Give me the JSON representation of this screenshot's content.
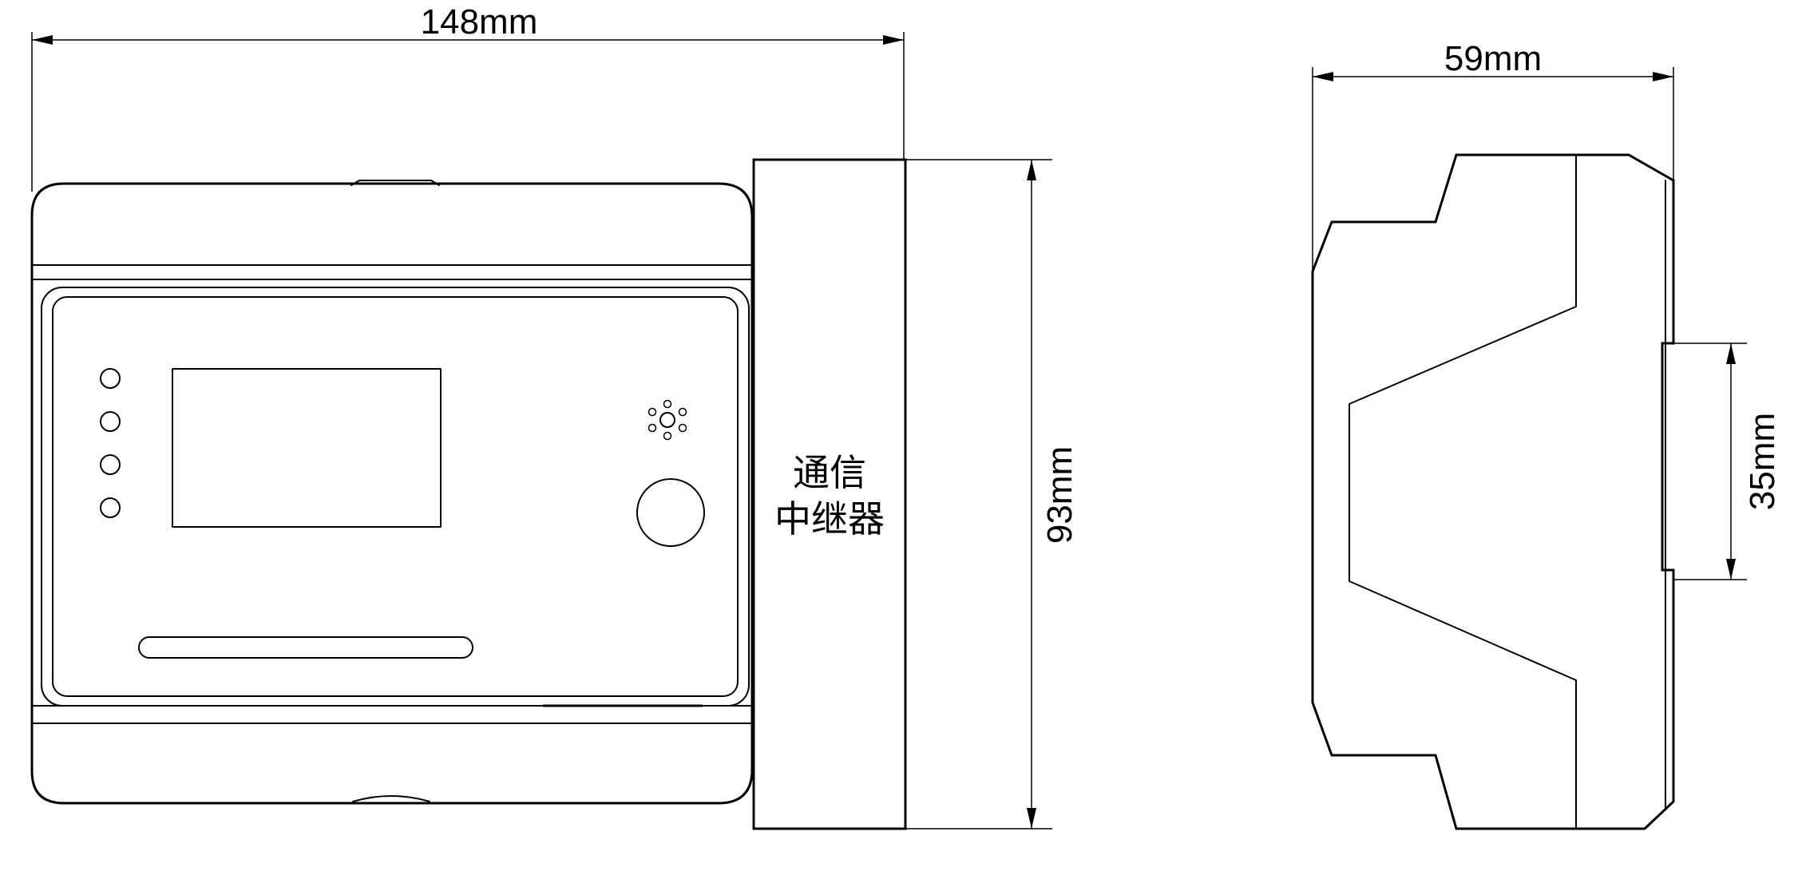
{
  "dimensions": {
    "front_width": "148mm",
    "front_height": "93mm",
    "side_depth": "59mm",
    "rail_width": "35mm"
  },
  "module_label": {
    "line1": "通信",
    "line2": "中继器"
  }
}
